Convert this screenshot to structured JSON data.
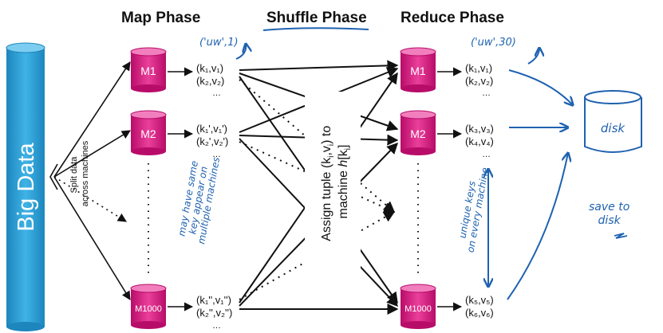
{
  "phases": {
    "map": "Map Phase",
    "shuffle": "Shuffle Phase",
    "reduce": "Reduce Phase"
  },
  "big_data": "Big Data",
  "split_label": [
    "Split data",
    "across machines"
  ],
  "assign_label": [
    "Assign tuple (k",
    "i",
    ",v",
    "i",
    ") to",
    "machine ",
    "h",
    "[k",
    "i",
    "]"
  ],
  "map_machines": [
    "M1",
    "M2",
    "M1000"
  ],
  "reduce_machines": [
    "M1",
    "M2",
    "M1000"
  ],
  "map_outputs": [
    [
      "(k₁,v₁)",
      "(k₂,v₂)"
    ],
    [
      "(k₁',v₁')",
      "(k₂',v₂')"
    ],
    [
      "(k₁'',v₁'')",
      "(k₂'',v₂'')"
    ]
  ],
  "reduce_outputs": [
    [
      "(k₁,v₁)",
      "(k₂,v₂)"
    ],
    [
      "(k₃,v₃)",
      "(k₄,v₄)"
    ],
    [
      "(k₅,v₅)",
      "(k₆,v₆)"
    ]
  ],
  "ellipsis": "…",
  "disk_label": "disk",
  "annotations": {
    "uw1": "('uw',1)",
    "uw30": "('uw',30)",
    "same_key": [
      "may have same",
      "key appear on",
      "multiple machines"
    ],
    "unique_keys": [
      "unique keys",
      "on every machine"
    ],
    "save": [
      "save to",
      "disk"
    ]
  },
  "colors": {
    "big_data_fill": "#2ea0d6",
    "machine_fill": "#d6187f",
    "ink": "#111111",
    "pen": "#1f62b0"
  }
}
